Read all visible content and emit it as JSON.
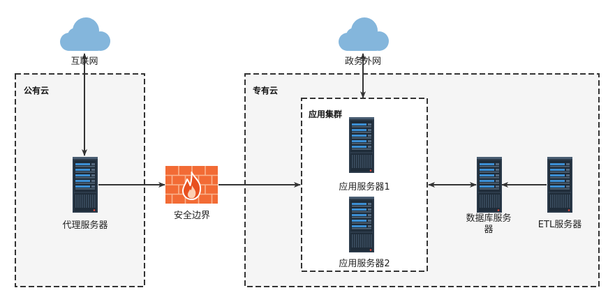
{
  "diagram": {
    "zones": {
      "public_cloud": {
        "label": "公有云"
      },
      "private_cloud": {
        "label": "专有云"
      },
      "app_cluster": {
        "label": "应用集群"
      }
    },
    "networks": {
      "internet": {
        "label": "互联网",
        "icon": "cloud-icon"
      },
      "gov_extranet": {
        "label": "政务外网",
        "icon": "cloud-icon"
      }
    },
    "nodes": {
      "proxy_server": {
        "label": "代理服务器",
        "icon": "server-icon"
      },
      "security_boundary": {
        "label": "安全边界",
        "icon": "firewall-icon"
      },
      "app_server_1": {
        "label": "应用服务器1",
        "icon": "server-icon"
      },
      "app_server_2": {
        "label": "应用服务器2",
        "icon": "server-icon"
      },
      "db_server": {
        "label": "数据库服务器",
        "icon": "server-icon"
      },
      "etl_server": {
        "label": "ETL服务器",
        "icon": "server-icon"
      }
    }
  },
  "colors": {
    "zone_fill": "#f5f5f5",
    "cluster_fill": "#ffffff",
    "line": "#333333",
    "cloud": "#84b6dc",
    "firewall": "#f26b35",
    "server_body": "#2c3b4b",
    "server_bay": "#3c8fd4",
    "server_led": "#e5483a"
  }
}
